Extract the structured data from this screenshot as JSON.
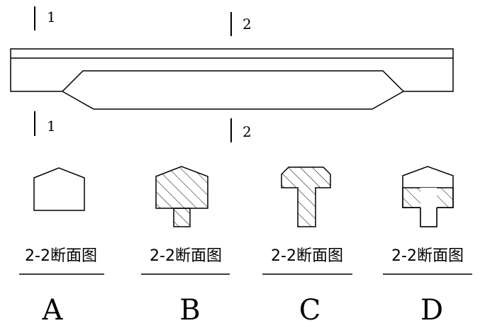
{
  "section_marks": {
    "cut1_top": "1",
    "cut1_bottom": "1",
    "cut2_top": "2",
    "cut2_bottom": "2"
  },
  "options": [
    {
      "caption": "2-2断面图",
      "letter": "A",
      "shape": "pentagon-outline"
    },
    {
      "caption": "2-2断面图",
      "letter": "B",
      "shape": "hatched-pentagon-with-stem"
    },
    {
      "caption": "2-2断面图",
      "letter": "C",
      "shape": "hatched-T-section"
    },
    {
      "caption": "2-2断面图",
      "letter": "D",
      "shape": "pentagon-with-hatched-T-corners"
    }
  ],
  "colors": {
    "line": "#000000",
    "background": "#ffffff"
  }
}
